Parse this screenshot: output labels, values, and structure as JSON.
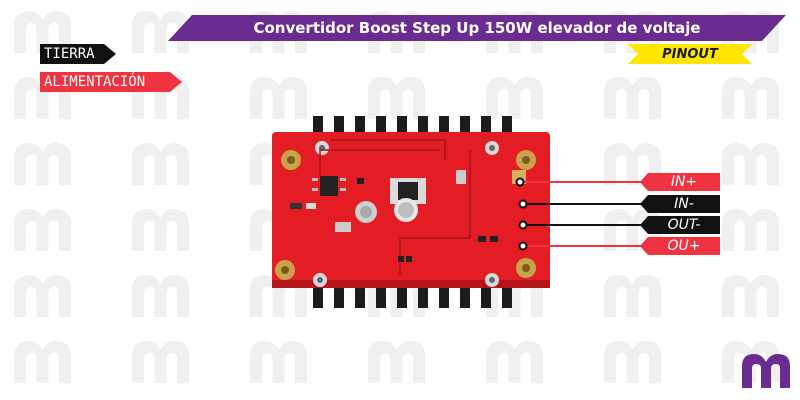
{
  "title": "Convertidor Boost Step Up 150W elevador de voltaje",
  "pinout_label": "PINOUT",
  "legend": [
    {
      "label": "TIERRA",
      "color": "#111111"
    },
    {
      "label": "ALIMENTACIÓN",
      "color": "#ef3340"
    }
  ],
  "pins": [
    {
      "label": "IN+",
      "color": "#ef3340"
    },
    {
      "label": "IN-",
      "color": "#111111"
    },
    {
      "label": "OUT-",
      "color": "#111111"
    },
    {
      "label": "OU+",
      "color": "#ef3340"
    }
  ],
  "colors": {
    "banner": "#6a2c91",
    "pinout": "#ffe600",
    "board": "#e41c23",
    "heatsink": "#1c1c1c",
    "watermark": "#f0f0f0",
    "brand": "#6a2c91"
  },
  "icons": {
    "brand_logo": "m-logo-icon",
    "watermark": "m-watermark-icon"
  }
}
